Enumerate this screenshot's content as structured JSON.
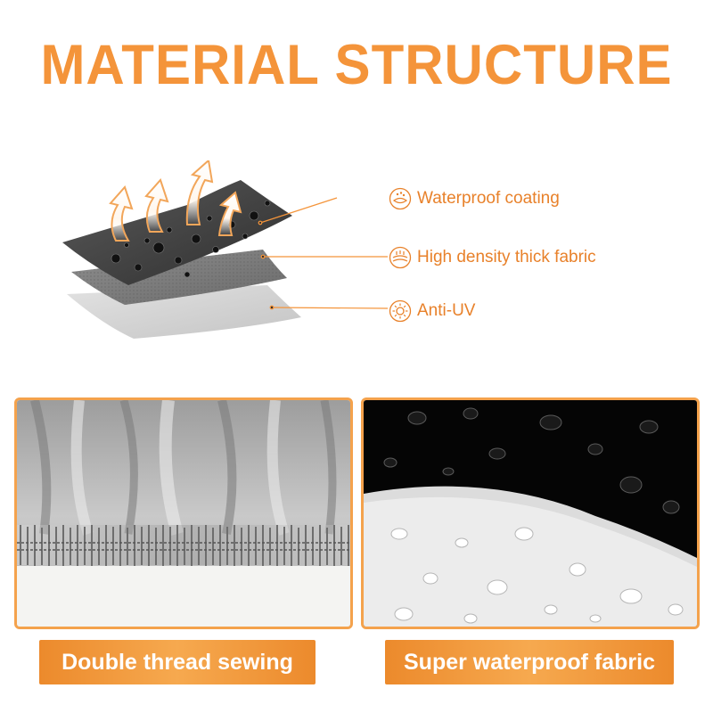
{
  "title": "MATERIAL STRUCTURE",
  "colors": {
    "accent": "#f4943a",
    "callout_text": "#e8812a",
    "banner": "#ec8a2c"
  },
  "layers": [
    {
      "label": "Waterproof coating",
      "icon": "water-drops-icon"
    },
    {
      "label": "High density thick fabric",
      "icon": "fabric-layers-icon"
    },
    {
      "label": "Anti-UV",
      "icon": "sun-icon"
    }
  ],
  "features": [
    {
      "label": "Double thread sewing"
    },
    {
      "label": "Super waterproof fabric"
    }
  ]
}
